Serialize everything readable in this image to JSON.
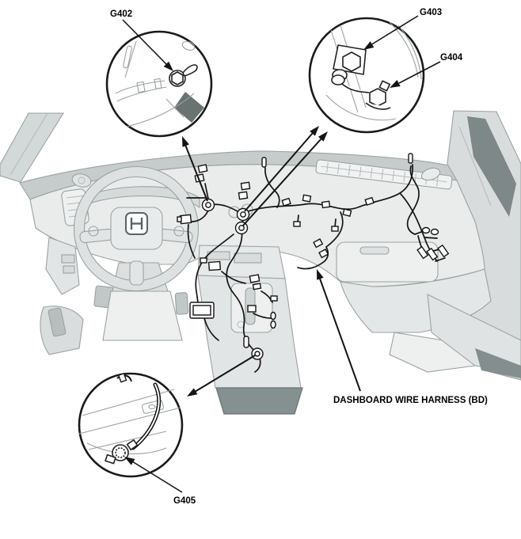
{
  "labels": {
    "g402": "G402",
    "g403": "G403",
    "g404": "G404",
    "g405": "G405",
    "dashboard_harness": "DASHBOARD WIRE HARNESS (BD)"
  },
  "callouts": [
    {
      "code": "G402",
      "position": "top-left"
    },
    {
      "code": "G403",
      "position": "top-right"
    },
    {
      "code": "G404",
      "position": "top-right"
    },
    {
      "code": "G405",
      "position": "bottom-left"
    }
  ],
  "colors": {
    "background": "#ffffff",
    "harness_line": "#141414",
    "label_text": "#000000",
    "car_art_light": "#e9eceb",
    "car_art_mid": "#cfd4d4",
    "car_art_dark": "#7e8888"
  }
}
